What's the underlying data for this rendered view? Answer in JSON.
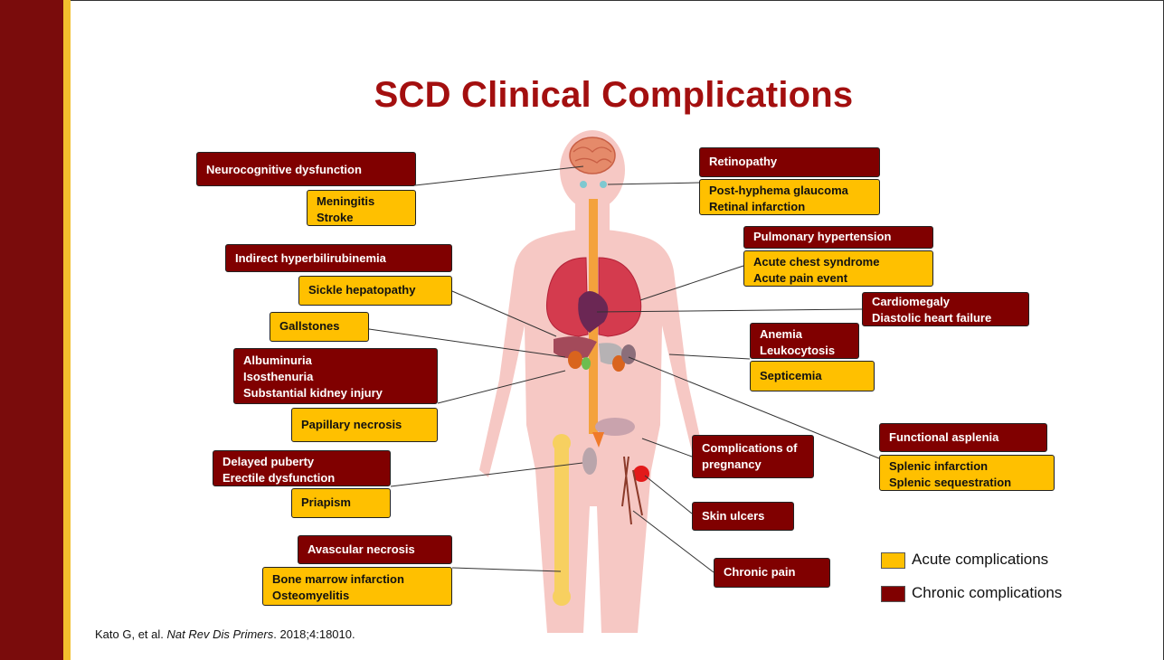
{
  "title": "SCD Clinical Complications",
  "colors": {
    "chronic": "#800000",
    "acute": "#ffc000",
    "sidebar": "#7a0c0c",
    "sidebar_accent": "#f2bf2e",
    "title": "#a30f0f"
  },
  "labels": {
    "neurocognitive": "Neurocognitive dysfunction",
    "meningitis_stroke": "Meningitis\nStroke",
    "retinopathy": "Retinopathy",
    "glaucoma_infarction": "Post-hyphema glaucoma\nRetinal infarction",
    "hyperbilirubinemia": "Indirect hyperbilirubinemia",
    "hepatopathy": "Sickle hepatopathy",
    "pulmonary_hypertension": "Pulmonary hypertension",
    "chest_pain": "Acute chest syndrome\nAcute pain event",
    "cardiomegaly": "Cardiomegaly\nDiastolic heart failure",
    "gallstones": "Gallstones",
    "anemia": "Anemia\nLeukocytosis",
    "septicemia": "Septicemia",
    "kidney": "Albuminuria\nIsosthenuria\nSubstantial kidney injury",
    "papillary": "Papillary necrosis",
    "functional_asplenia": "Functional asplenia",
    "splenic": "Splenic infarction\nSplenic sequestration",
    "puberty": "Delayed puberty\nErectile dysfunction",
    "priapism": "Priapism",
    "pregnancy": "Complications of\npregnancy",
    "skin_ulcers": "Skin ulcers",
    "avascular": "Avascular necrosis",
    "bone_marrow": "Bone marrow infarction\nOsteomyelitis",
    "chronic_pain": "Chronic pain"
  },
  "legend": {
    "acute": "Acute complications",
    "chronic": "Chronic complications"
  },
  "citation": {
    "authors": "Kato G, et al. ",
    "journal": "Nat Rev Dis Primers",
    "rest": ". 2018;4:18010."
  }
}
